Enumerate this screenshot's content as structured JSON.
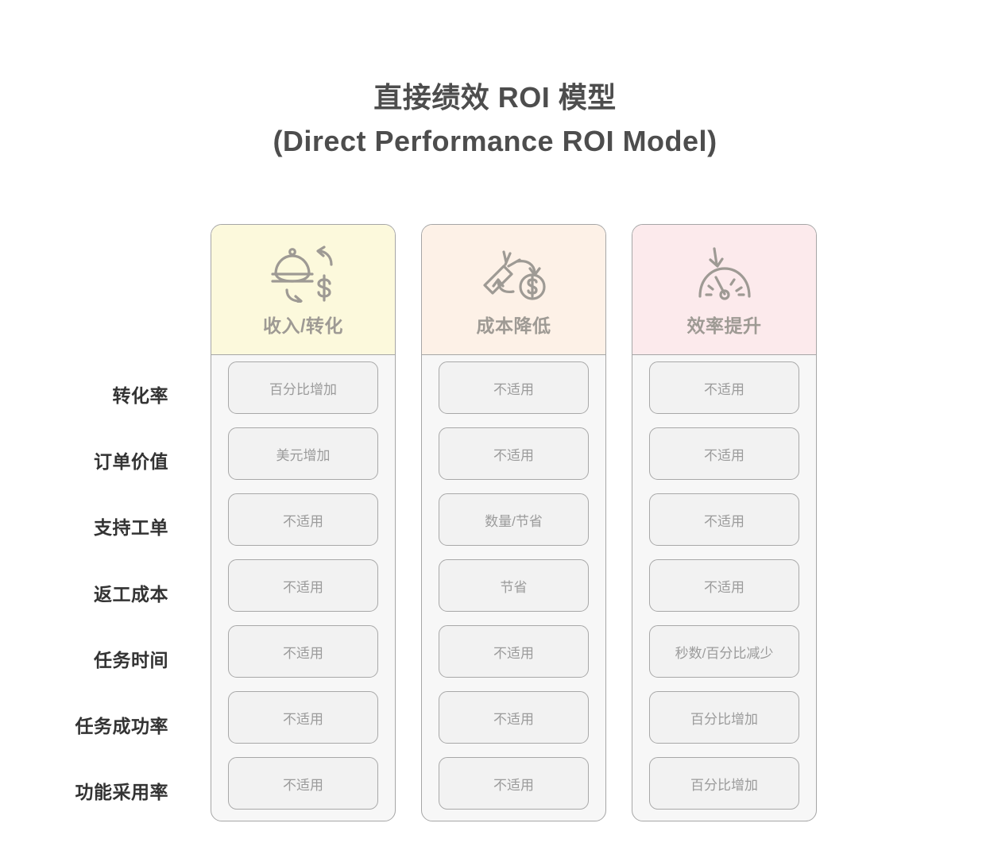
{
  "title": {
    "line1": "直接绩效 ROI 模型",
    "line2": "(Direct Performance ROI Model)"
  },
  "colors": {
    "page_background": "#ffffff",
    "title_text": "#4d4d4d",
    "row_label_text": "#333333",
    "column_border": "#a6a6a6",
    "column_body_background": "#f7f7f7",
    "cell_background": "#f2f2f2",
    "cell_border": "#a8a8a8",
    "cell_text": "#9b9b9b",
    "header_title_text": "#9e9a94",
    "icon_stroke": "#9e9a94",
    "revenue_header_background": "#fcf9dc",
    "cost_header_background": "#fdf1e7",
    "efficiency_header_background": "#fceaec"
  },
  "rows": [
    {
      "label": "转化率"
    },
    {
      "label": "订单价值"
    },
    {
      "label": "支持工单"
    },
    {
      "label": "返工成本"
    },
    {
      "label": "任务时间"
    },
    {
      "label": "任务成功率"
    },
    {
      "label": "功能采用率"
    }
  ],
  "columns": [
    {
      "title": "收入/转化",
      "icon": "cloche-exchange-dollar-icon",
      "header_background": "#fcf9dc",
      "cells": [
        "百分比增加",
        "美元增加",
        "不适用",
        "不适用",
        "不适用",
        "不适用",
        "不适用"
      ]
    },
    {
      "title": "成本降低",
      "icon": "carrot-exchange-coin-icon",
      "header_background": "#fdf1e7",
      "cells": [
        "不适用",
        "不适用",
        "数量/节省",
        "节省",
        "不适用",
        "不适用",
        "不适用"
      ]
    },
    {
      "title": "效率提升",
      "icon": "speedometer-down-arrow-icon",
      "header_background": "#fceaec",
      "cells": [
        "不适用",
        "不适用",
        "不适用",
        "不适用",
        "秒数/百分比减少",
        "百分比增加",
        "百分比增加"
      ]
    }
  ]
}
